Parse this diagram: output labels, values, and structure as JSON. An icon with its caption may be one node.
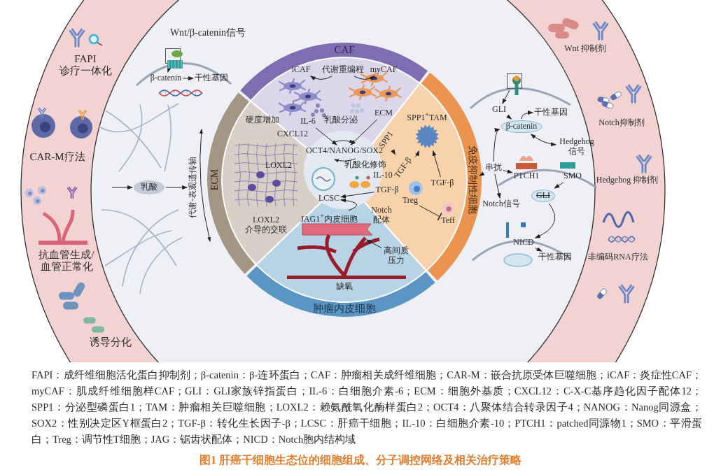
{
  "diagram": {
    "caption": "图1 肝癌干细胞生态位的细胞组成、分子调控网络及相关治疗策略",
    "nodes": [
      {
        "text": [
          "乳酸"
        ]
      },
      {
        "text": [
          "代谢-表观遗传轴"
        ]
      },
      {
        "text": [
          "iCAF"
        ]
      },
      {
        "text": [
          "代谢重编程"
        ]
      },
      {
        "text": [
          "myCAF"
        ]
      },
      {
        "text": [
          "IL-6"
        ]
      },
      {
        "text": [
          "ECM"
        ]
      },
      {
        "text": [
          "OCT4/NANOG/SOX2"
        ]
      },
      {
        "text": [
          "LCSC"
        ]
      },
      {
        "text": [
          "SPP1$^{+}$TAM"
        ]
      },
      {
        "text": [
          "SPP1"
        ]
      },
      {
        "text": [
          "TGF-β"
        ]
      },
      {
        "text": [
          "IL-10"
        ]
      },
      {
        "text": [
          "TGF-β"
        ]
      },
      {
        "text": [
          "Treg"
        ]
      },
      {
        "text": [
          "TGF-β"
        ]
      },
      {
        "text": [
          "Teff"
        ]
      },
      {
        "text": [
          "JAG1$^{+}$内皮细胞"
        ]
      },
      {
        "text": [
          "高间质压力"
        ]
      },
      {
        "text": [
          "GLI"
        ]
      },
      {
        "text": [
          "β-catenin"
        ]
      },
      {
        "text": [
          "干性基因"
        ]
      },
      {
        "text": [
          "Hedgehog信号"
        ]
      },
      {
        "text": [
          "串扰"
        ]
      },
      {
        "text": [
          "PTCH1"
        ]
      },
      {
        "text": [
          "SMO"
        ]
      },
      {
        "text": [
          "GLI"
        ]
      },
      {
        "text": [
          "Notch信号"
        ]
      },
      {
        "text": [
          "NICD"
        ]
      },
      {
        "text": [
          "干性基因"
        ]
      },
      {
        "text": [
          "β-catenin"
        ]
      },
      {
        "text": [
          "干性基因"
        ]
      },
      {
        "text": [
          "免疫抑制性细胞"
        ]
      },
      {
        "text": [],
        "shape": "picture"
      },
      {
        "text": [],
        "shape": "picture"
      }
    ],
    "edges": [
      {
        "from": null,
        "to": 0,
        "arrow": "to"
      },
      {
        "from": 0,
        "to": 1,
        "arrow": "to"
      },
      {
        "from": 3,
        "to": 2,
        "arrow": "to"
      },
      {
        "from": 3,
        "to": 4,
        "arrow": "to"
      },
      {
        "from": 5,
        "to": 7,
        "arrow": "to"
      },
      {
        "from": 6,
        "to": 7,
        "arrow": "to"
      },
      {
        "from": 10,
        "to": 11,
        "arrow": "to"
      },
      {
        "from": 11,
        "to": 9,
        "arrow": "to"
      },
      {
        "from": 15,
        "to": 9,
        "arrow": "to"
      },
      {
        "from": 13,
        "to": 8,
        "arrow": "to"
      },
      {
        "from": 14,
        "to": 16,
        "arrow": "other"
      },
      {
        "from": 17,
        "to": 8,
        "arrow": "to",
        "label": "Notch配体"
      },
      {
        "from": 18,
        "to": null,
        "arrow": "to"
      },
      {
        "from": 33,
        "to": 19,
        "arrow": "to"
      },
      {
        "from": 19,
        "to": 20,
        "arrow": "to"
      },
      {
        "from": 20,
        "to": 21,
        "arrow": "to"
      },
      {
        "from": 20,
        "to": 22,
        "arrow": "both"
      },
      {
        "from": 23,
        "to": 20,
        "arrow": "to"
      },
      {
        "from": 23,
        "to": 32,
        "arrow": "to"
      },
      {
        "from": 23,
        "to": 24,
        "arrow": "to"
      },
      {
        "from": 23,
        "to": 27,
        "arrow": "to"
      },
      {
        "from": 25,
        "to": 26,
        "arrow": "to"
      },
      {
        "from": 26,
        "to": 28,
        "arrow": "to"
      },
      {
        "from": 28,
        "to": 29,
        "arrow": "to"
      },
      {
        "from": 30,
        "to": 31,
        "arrow": "to"
      },
      {
        "from": 34,
        "to": 30,
        "arrow": "to"
      }
    ],
    "labels": [
      "FAPI 诊疗一体化",
      "Wnt/β-catenin信号",
      "CAF",
      "Wnt 抑制剂",
      "CAR-M疗法",
      "硬度增加",
      "乳酸分泌",
      "CXCL12",
      "Notch抑制剂",
      "LOXL2",
      "乳酸化修饰",
      "ECM",
      "Hedgehog 抑制剂",
      "LOXL2 介导的交联",
      "抗血管生成/血管正常化",
      "非编码RNA疗法",
      "缺氧",
      "肿瘤内皮细胞",
      "诱导分化",
      "FAPI：成纤维细胞活化蛋白抑制剂；β-catenin：β-连环蛋白；CAF：肿瘤相关成纤维细胞；CAR-M：嵌合抗原受体巨噬细胞；iCAF：炎症性CAF；myCAF：肌成纤维细胞样CAF；GLI：GLI家族锌指蛋白；IL-6：白细胞介素-6；ECM：细胞外基质；CXCL12：C-X-C基序趋化因子配体12；SPP1：分泌型磷蛋白1；TAM：肿瘤相关巨噬细胞；LOXL2：赖氨酰氧化酶样蛋白2；OCT4：八聚体结合转录因子4；NANOG：Nanog同源盒；SOX2：性别决定区Y框蛋白2；TGF-β：转化生长因子-β；LCSC：肝癌干细胞；IL-10：白细胞介素-10；PTCH1：patched同源物1；SMO：平滑蛋白；Treg：调节性T细胞；JAG：锯齿状配体；NICD：Notch胞内结构域"
    ]
  }
}
